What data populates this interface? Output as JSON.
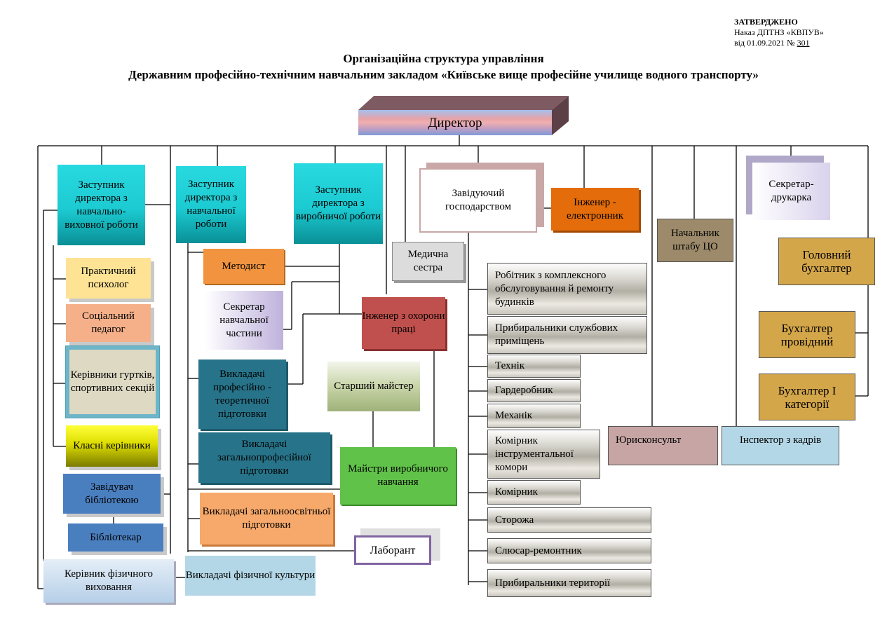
{
  "approval": {
    "heading": "ЗАТВЕРДЖЕНО",
    "order": "Наказ ДПТНЗ «КВПУВ»",
    "date_prefix": "від 01.09.2021 №",
    "order_number": "301"
  },
  "title": {
    "line1": "Організаційна структура управління",
    "line2": "Державним професійно-технічним навчальним закладом «Київське вище професійне училище водного транспорту»"
  },
  "units": {
    "director": "Директор",
    "deputy_edu_upbringing": "Заступник директора з навчально-виховної роботи",
    "deputy_edu": "Заступник директора з навчальної роботи",
    "deputy_production": "Заступник директора з виробничої роботи",
    "psychologist": "Практичний психолог",
    "social_teacher": "Соціальний педагог",
    "club_leaders": "Керівники гуртків, спортивних секцій",
    "class_leaders": "Класні керівники",
    "library_head": "Завідувач бібліотекою",
    "librarian": "Бібліотекар",
    "pe_head": "Керівник фізичного виховання",
    "pe_teachers": "Викладачі фізичної культури",
    "methodist": "Методист",
    "secretary_edu": "Секретар навчальної частини",
    "teachers_prof_theory": "Викладачі професійно - теоретичної підготовки",
    "teachers_general_prof": "Викладачі загальнопрофесійної підготовки",
    "teachers_general_edu": "Викладачі загальноосвітньої підготовки",
    "lab_assistant": "Лаборант",
    "medical_nurse": "Медична сестра",
    "safety_engineer": "Інженер з охорони праці",
    "senior_master": "Старший майстер",
    "production_masters": "Майстри виробничого навчання",
    "household_head": "Завідуючий господарством",
    "electronics_engineer": "Інженер - електронник",
    "maintenance_worker": "Робітник з комплексного обслуговування й ремонту будинків",
    "office_cleaners": "Прибиральники службових приміщень",
    "technician": "Технік",
    "cloakroom": "Гардеробник",
    "mechanic": "Механік",
    "tool_storekeeper": "Комірник інструментальної комори",
    "storekeeper": "Комірник",
    "watchmen": "Сторожа",
    "repair_locksmith": "Слюсар-ремонтник",
    "territory_cleaners": "Прибиральники території",
    "civil_defense_chief": "Начальник штабу ЦО",
    "lawyer": "Юрисконсульт",
    "hr_inspector": "Інспектор з кадрів",
    "typist_secretary": "Секретар-друкарка",
    "chief_accountant": "Головний бухгалтер",
    "lead_accountant": "Бухгалтер провідний",
    "accountant_cat1": "Бухгалтер І категорії"
  },
  "colors": {
    "teal": "#1ccbd2",
    "orange": "#f2943f",
    "peach": "#f5b08a",
    "light_yellow": "#ffe394",
    "olive_yellow": "#f2f200",
    "steel_blue": "#4a7fbf",
    "dark_teal": "#27748a",
    "red": "#c0504d",
    "green": "#61c24a",
    "dark_orange": "#e46c0a",
    "gold": "#d4a64a",
    "taupe": "#9c8a6a",
    "mauve": "#c7a5a5",
    "light_blue": "#b3d7e6",
    "lavender": "#c8bfe0"
  }
}
